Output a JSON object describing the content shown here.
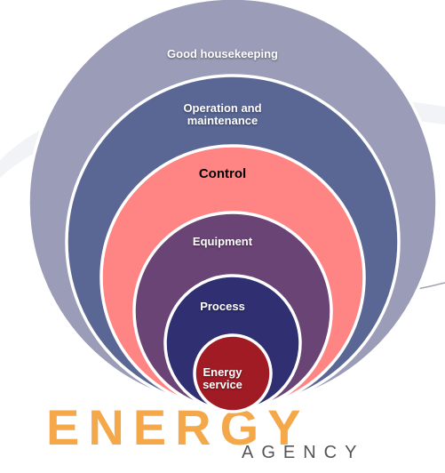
{
  "diagram": {
    "rings": [
      {
        "label": "Good housekeeping",
        "fill": "#9a9cb8"
      },
      {
        "label": "Operation and\nmaintenance",
        "fill": "#5a6794"
      },
      {
        "label": "Control",
        "fill": "#ff8585"
      },
      {
        "label": "Equipment",
        "fill": "#6a4474"
      },
      {
        "label": "Process",
        "fill": "#2f2f72"
      },
      {
        "label": "Energy\nservice",
        "fill": "#a11b25"
      }
    ]
  },
  "branding": {
    "wordmark": "ENERGY",
    "tagline": "AGENCY",
    "accent": "#f39a2b"
  }
}
